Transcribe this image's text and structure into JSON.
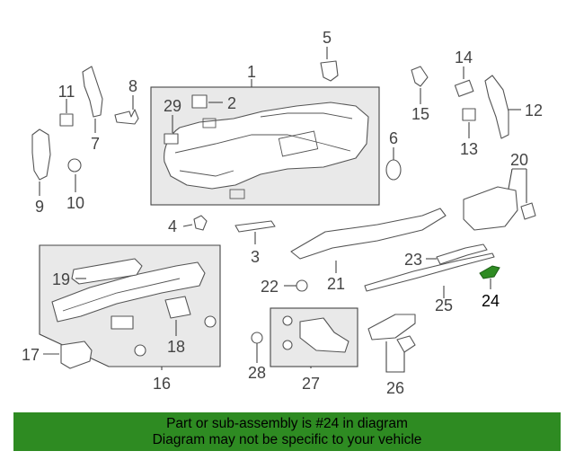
{
  "callouts": {
    "p1": "1",
    "p2": "2",
    "p3": "3",
    "p4": "4",
    "p5": "5",
    "p6": "6",
    "p7": "7",
    "p8": "8",
    "p9": "9",
    "p10": "10",
    "p11": "11",
    "p12": "12",
    "p13": "13",
    "p14": "14",
    "p15": "15",
    "p16": "16",
    "p17": "17",
    "p18": "18",
    "p19": "19",
    "p20": "20",
    "p21": "21",
    "p22": "22",
    "p23": "23",
    "p24": "24",
    "p25": "25",
    "p26": "26",
    "p27": "27",
    "p28": "28",
    "p29": "29"
  },
  "highlight": {
    "part": "24",
    "color": "#2e8b22"
  },
  "banner": {
    "line1": "Part or sub-assembly is #24 in diagram",
    "line2": "Diagram may not be specific to your vehicle",
    "color": "#2e8b22"
  }
}
